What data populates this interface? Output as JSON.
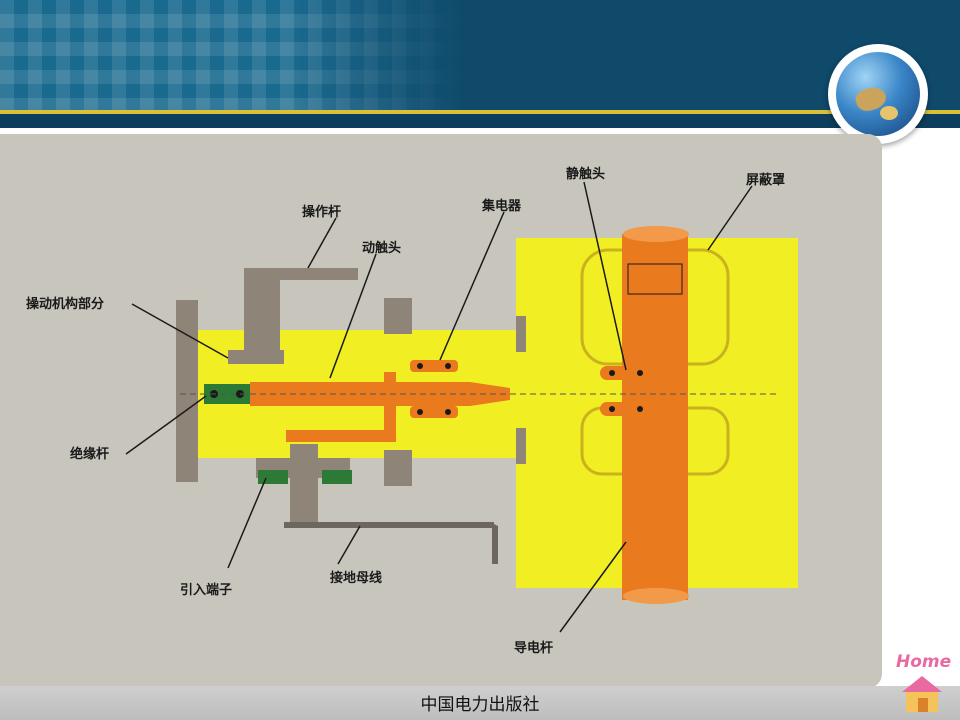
{
  "labels": {
    "operating_rod": "操作杆",
    "moving_contact": "动触头",
    "current_collector": "集电器",
    "static_contact": "静触头",
    "shield": "屏蔽罩",
    "operating_mechanism": "操动机构部分",
    "insulating_rod": "绝缘杆",
    "lead_terminal": "引入端子",
    "ground_busbar": "接地母线",
    "conductive_rod": "导电杆"
  },
  "footer": {
    "publisher": "中国电力出版社"
  },
  "nav": {
    "home_label": "Home"
  },
  "colors": {
    "header_blue": "#0f4a6b",
    "panel_gray": "#c8c6bc",
    "housing_yellow": "#f2ee24",
    "copper_orange": "#e97a1e",
    "flange_gray": "#8e8478",
    "insulator_green": "#2d7a36"
  }
}
